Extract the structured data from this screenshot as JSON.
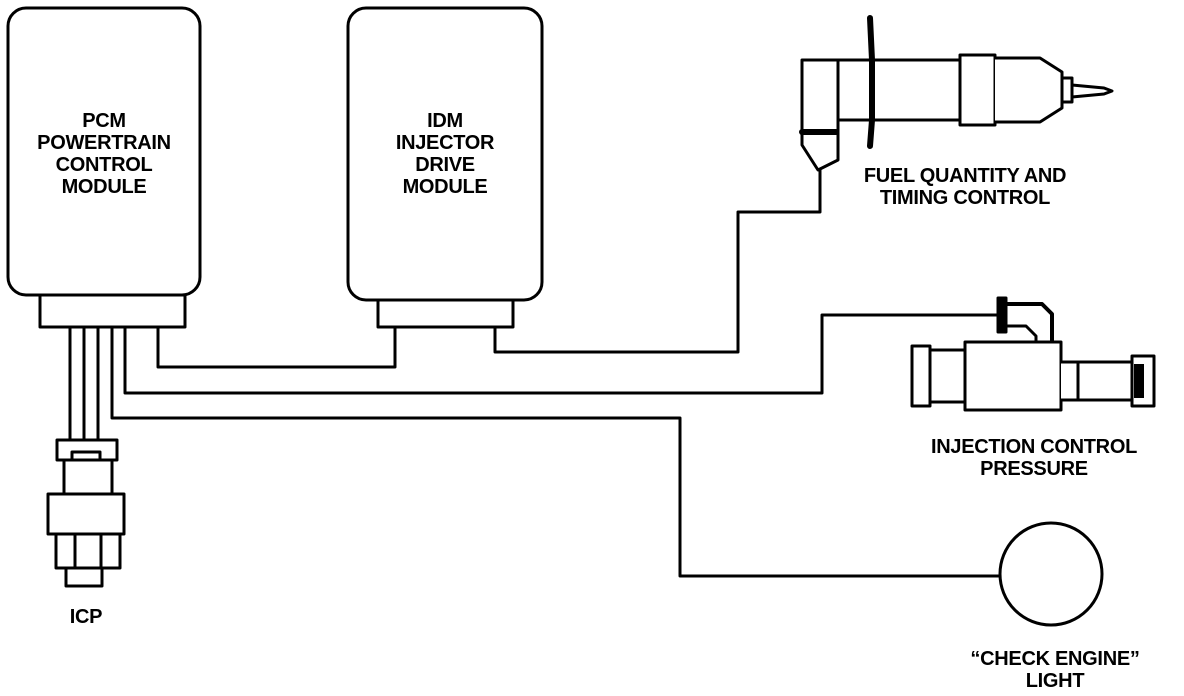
{
  "diagram": {
    "colors": {
      "line": "#000000",
      "fill": "#ffffff",
      "background": "#ffffff"
    },
    "pcm": {
      "lines": [
        "PCM",
        "POWERTRAIN",
        "CONTROL",
        "MODULE"
      ]
    },
    "idm": {
      "lines": [
        "IDM",
        "INJECTOR",
        "DRIVE",
        "MODULE"
      ]
    },
    "injector": {
      "lines": [
        "FUEL QUANTITY AND",
        "TIMING CONTROL"
      ]
    },
    "icp_sensor": {
      "label": "ICP"
    },
    "icp_valve": {
      "lines": [
        "INJECTION CONTROL",
        "PRESSURE"
      ]
    },
    "check_engine": {
      "lines": [
        "“CHECK ENGINE”",
        "LIGHT"
      ]
    }
  }
}
